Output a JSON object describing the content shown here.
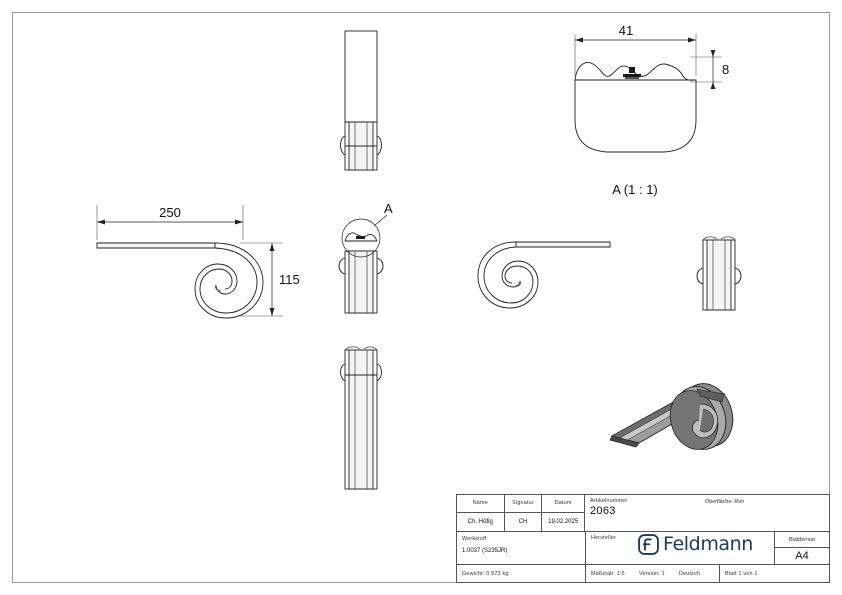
{
  "document": {
    "type": "technical-drawing",
    "sheet_format": "A4",
    "orientation": "landscape"
  },
  "views": {
    "top_center": {
      "name": "front-elevation-bar"
    },
    "detail_a": {
      "label": "A (1 : 1)",
      "dim_width": "41",
      "dim_height": "8"
    },
    "left_scroll": {
      "dim_length": "250",
      "dim_height": "115"
    },
    "center_callout": {
      "letter": "A"
    },
    "mid_right_scroll": {
      "name": "mirrored-scroll"
    },
    "far_right": {
      "name": "end-view"
    },
    "bottom_center": {
      "name": "rear-elevation-bar"
    },
    "isometric": {
      "name": "isometric-model"
    }
  },
  "title_block": {
    "headers": {
      "name": "Name",
      "signatur": "Signatur",
      "datum": "Datum"
    },
    "values": {
      "name": "Ch. Höfig",
      "signatur": "CH",
      "datum": "19.02.2025"
    },
    "artikelnummer_label": "Artikelnummer",
    "artikelnummer_value": "2063",
    "oberflaeche": "Oberfläche: Roh",
    "werkstoff_label": "Werkstoff:",
    "werkstoff_value": "1.0037 (S235JR)",
    "hersteller_label": "Hersteller",
    "brand": "Feldmann",
    "blattformat_label": "Blattformat",
    "blattformat_value": "A4",
    "gewicht": "Gewicht: 0.973 kg",
    "massstab": "Maßstab: 1:5",
    "version": "Version: 1",
    "sprache": "Deutsch",
    "blatt": "Blatt 1 von 1"
  },
  "colors": {
    "brand_navy": "#1b3a5c",
    "line": "#222222",
    "frame": "#9a9a9a",
    "fill_light": "#f4f4f4"
  }
}
